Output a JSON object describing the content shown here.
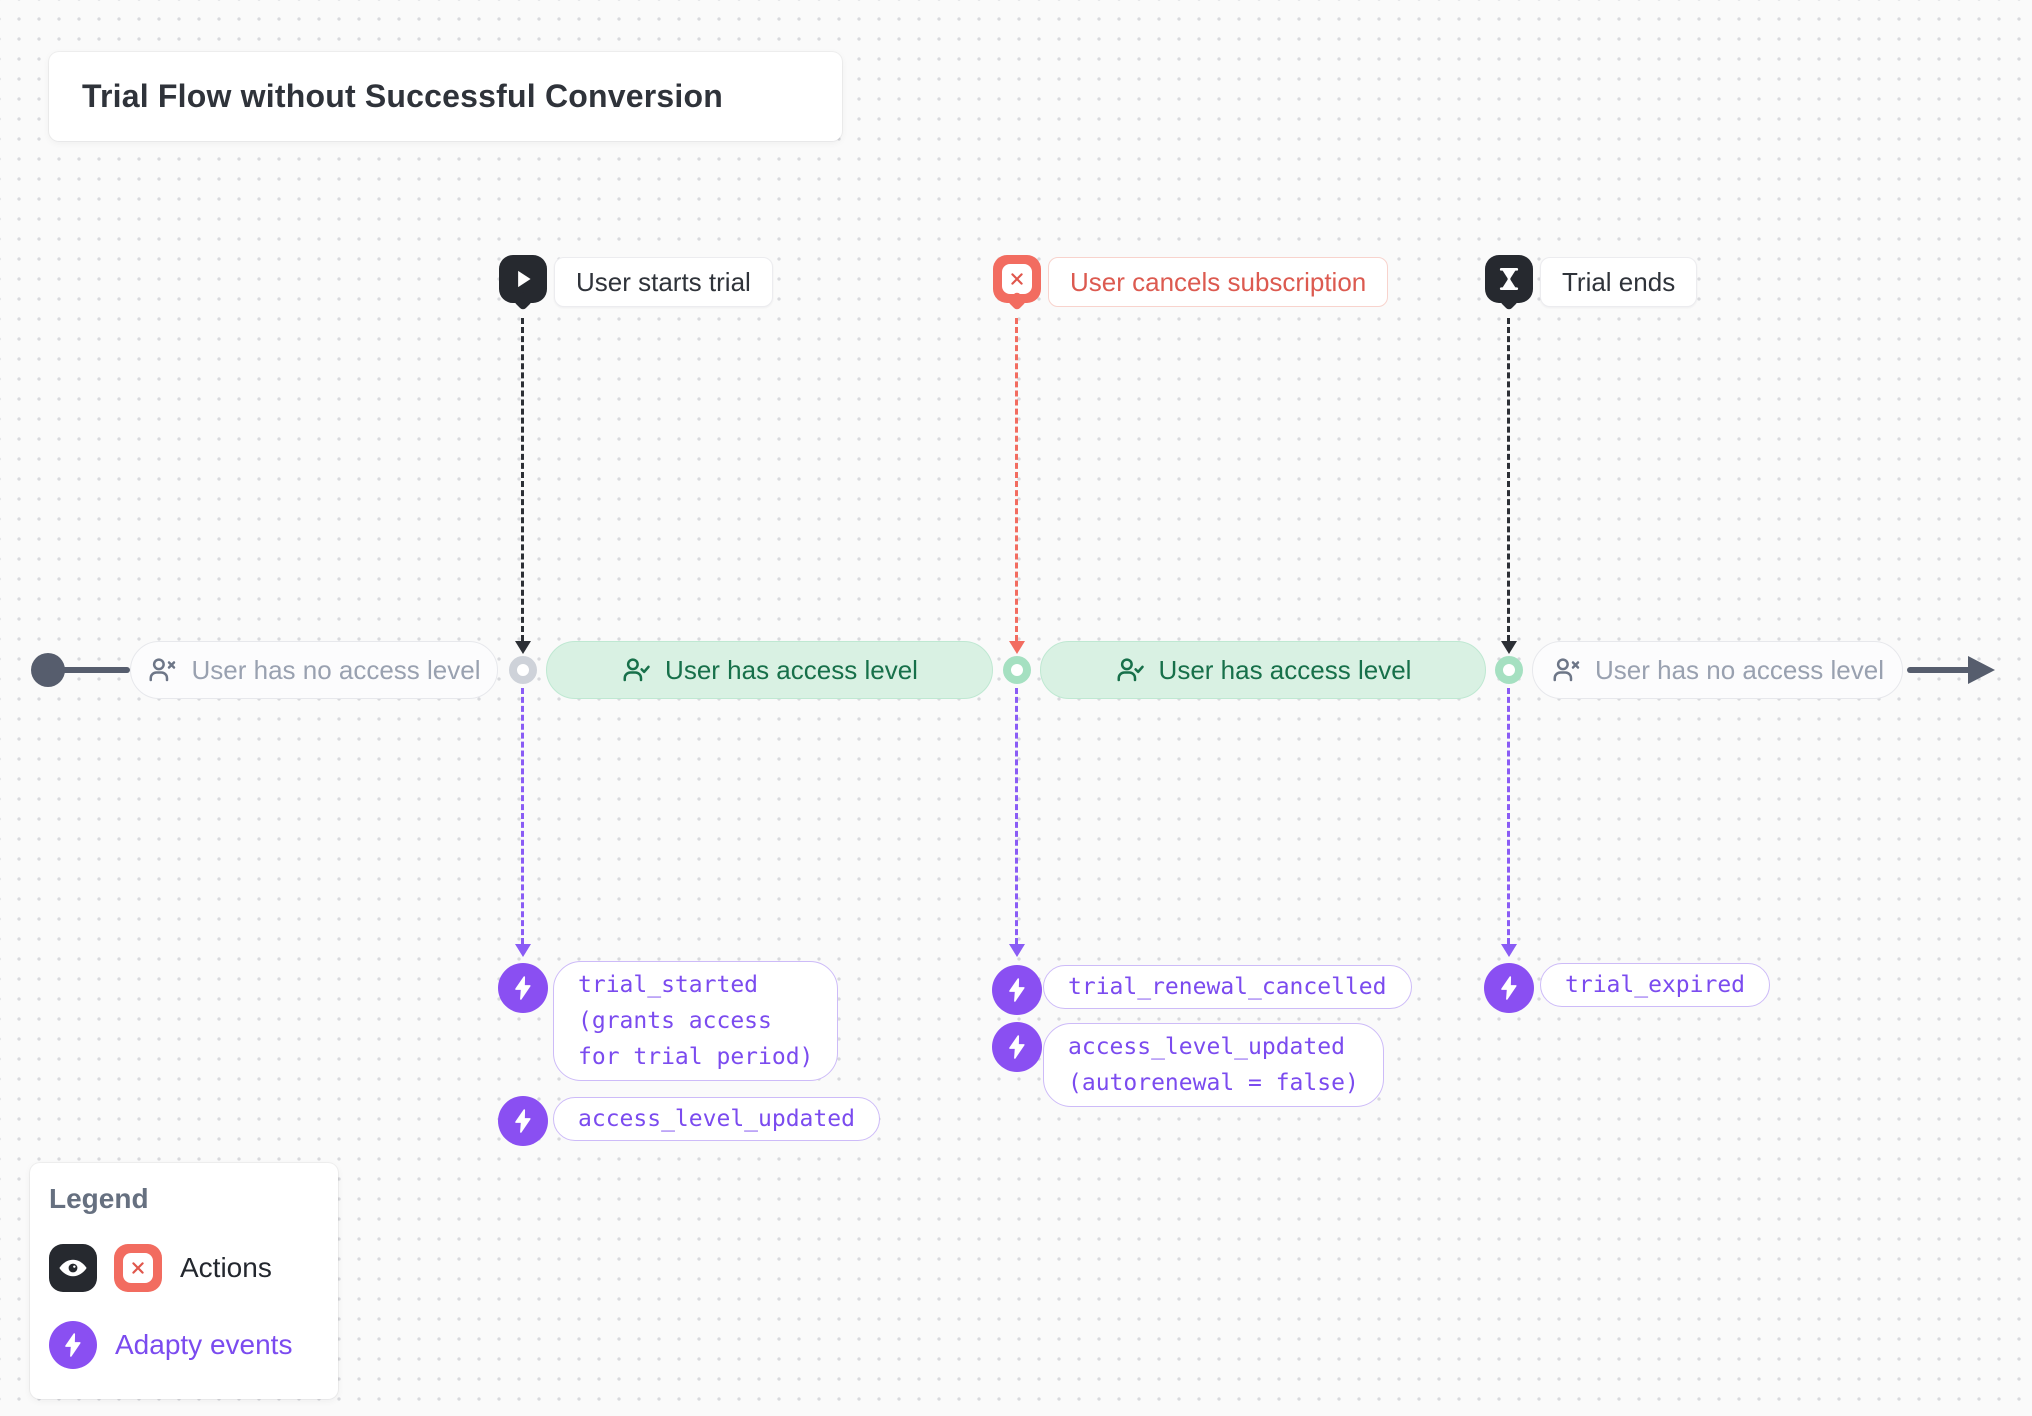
{
  "title": "Trial Flow without Successful Conversion",
  "actions": [
    {
      "label": "User starts trial",
      "icon": "play-icon",
      "style": "dark"
    },
    {
      "label": "User cancels subscription",
      "icon": "cancel-x-icon",
      "style": "red"
    },
    {
      "label": "Trial ends",
      "icon": "hourglass-icon",
      "style": "dark"
    }
  ],
  "timeline": {
    "segments": [
      {
        "label": "User has no access level",
        "state": "no-access",
        "icon": "user-x-icon"
      },
      {
        "label": "User has access level",
        "state": "access",
        "icon": "user-check-icon"
      },
      {
        "label": "User has access level",
        "state": "access",
        "icon": "user-check-icon"
      },
      {
        "label": "User has no access level",
        "state": "no-access",
        "icon": "user-x-icon"
      }
    ]
  },
  "events": {
    "trial_start": [
      {
        "lines": [
          "trial_started",
          "(grants access",
          "for trial period)"
        ]
      },
      {
        "lines": [
          "access_level_updated"
        ]
      }
    ],
    "cancellation": [
      {
        "lines": [
          "trial_renewal_cancelled"
        ]
      },
      {
        "lines": [
          "access_level_updated",
          "(autorenewal = false)"
        ]
      }
    ],
    "trial_end": [
      {
        "lines": [
          "trial_expired"
        ]
      }
    ]
  },
  "legend": {
    "title": "Legend",
    "actions_label": "Actions",
    "events_label": "Adapty events"
  },
  "colors": {
    "background": "#fafafa",
    "grid_dot": "#d8d9dd",
    "dark": "#26292f",
    "slate": "#565d6d",
    "red": "#f26c60",
    "red_text": "#dc5a50",
    "green_bg": "#d9f1e3",
    "green_text": "#17704a",
    "green_dot": "#a5e0c1",
    "purple": "#8a4ff2",
    "purple_text": "#7b4bef",
    "gray_pill_text": "#99a1b0"
  }
}
